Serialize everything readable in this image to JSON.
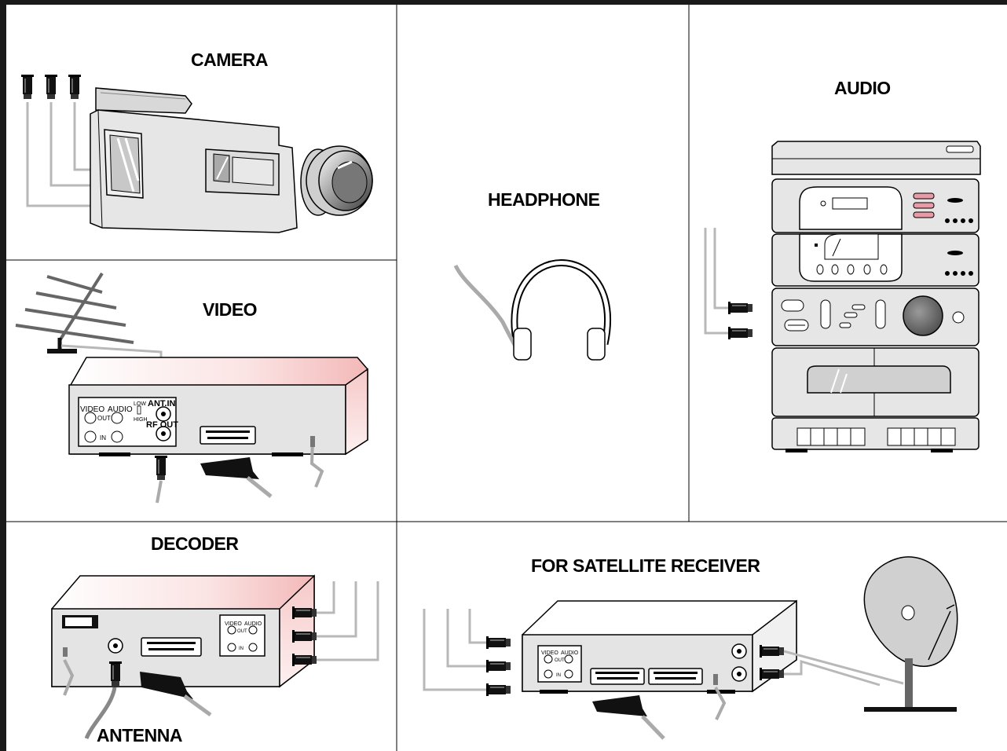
{
  "sections": {
    "camera": {
      "title": "CAMERA"
    },
    "headphone": {
      "title": "HEADPHONE"
    },
    "audio": {
      "title": "AUDIO"
    },
    "video": {
      "title": "VIDEO",
      "panel": {
        "video": "VIDEO",
        "audio": "AUDIO",
        "out": "OUT",
        "in": "IN",
        "low": "LOW",
        "high": "HIGH",
        "ant_in": "ANT.IN",
        "rf_out": "RF OUT"
      }
    },
    "decoder": {
      "title": "DECODER",
      "antenna_label": "ANTENNA",
      "panel": {
        "video": "VIDEO",
        "audio": "AUDIO",
        "out": "OUT",
        "in": "IN"
      }
    },
    "satellite": {
      "title": "FOR SATELLITE RECEIVER",
      "panel": {
        "video": "VIDEO",
        "audio": "AUDIO",
        "out": "OUT",
        "in": "IN"
      }
    }
  }
}
